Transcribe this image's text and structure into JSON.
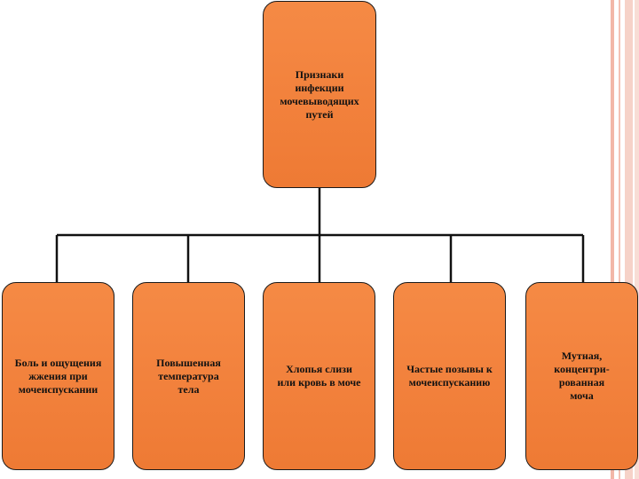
{
  "diagram": {
    "root": {
      "label": "Признаки\nинфекции\nмочевыводящих\nпутей"
    },
    "children": [
      {
        "label": "Боль и ощущения\nжжения при\nмочеиспускании"
      },
      {
        "label": "Повышенная\nтемпература\nтела"
      },
      {
        "label": "Хлопья слизи\nили кровь в моче"
      },
      {
        "label": "Частые позывы к\nмочеиспусканию"
      },
      {
        "label": "Мутная,\nконцентри-\nрованная\nмоча"
      }
    ]
  },
  "colors": {
    "node_fill": "#f2813c",
    "node_border": "#1a1a1a",
    "connector": "#111111",
    "decor_stripe": "#f2b7a8"
  }
}
